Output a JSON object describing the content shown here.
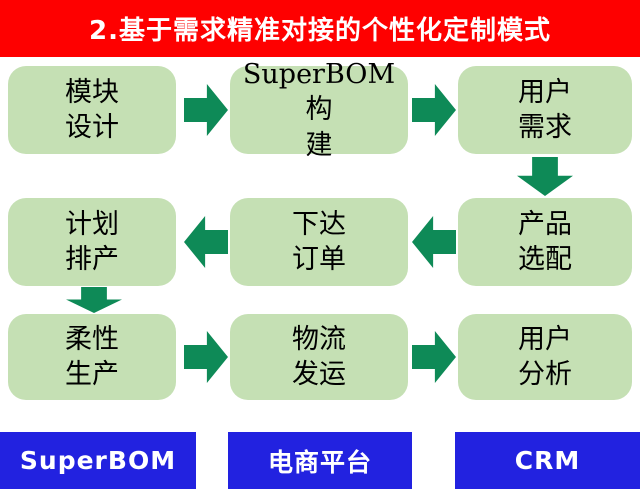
{
  "title": "2.基于需求精准对接的个性化定制模式",
  "colors": {
    "banner_bg": "#fe0000",
    "box_bg": "#c5e0b4",
    "arrow": "#0e8a57",
    "bottom_bg": "#2222e0",
    "box_text": "#000000",
    "banner_text": "#ffffff"
  },
  "flow": {
    "rows": [
      {
        "boxes": [
          {
            "lines": [
              "模块",
              "设计"
            ]
          },
          {
            "lines": [
              "SuperBOM构",
              "建"
            ]
          },
          {
            "lines": [
              "用户",
              "需求"
            ]
          }
        ],
        "arrow_direction": "right"
      },
      {
        "boxes": [
          {
            "lines": [
              "计划",
              "排产"
            ]
          },
          {
            "lines": [
              "下达",
              "订单"
            ]
          },
          {
            "lines": [
              "产品",
              "选配"
            ]
          }
        ],
        "arrow_direction": "left"
      },
      {
        "boxes": [
          {
            "lines": [
              "柔性",
              "生产"
            ]
          },
          {
            "lines": [
              "物流",
              "发运"
            ]
          },
          {
            "lines": [
              "用户",
              "分析"
            ]
          }
        ],
        "arrow_direction": "right"
      }
    ]
  },
  "bottom": {
    "labels": [
      "SuperBOM",
      "电商平台",
      "CRM"
    ]
  }
}
